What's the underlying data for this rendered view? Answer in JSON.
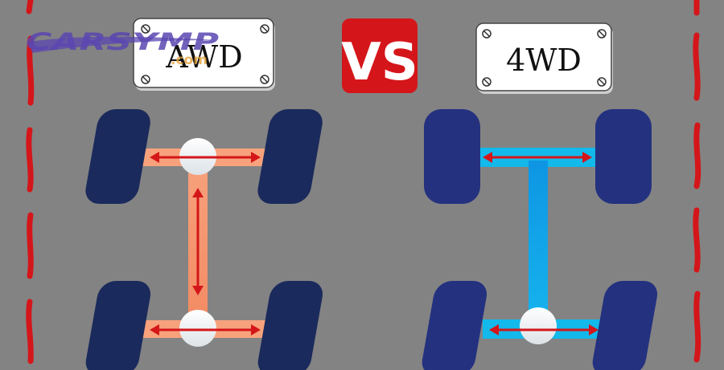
{
  "left_label": "AWD",
  "right_label": "4WD",
  "center_badge": "VS",
  "logo": {
    "main": "CARSYMP",
    "sub": ".com"
  },
  "colors": {
    "background": "#838383",
    "awd_shaft": "#f7a27c",
    "fourwd_shaft": "#13b9ea",
    "arrow": "#d4161a",
    "vs_badge": "#d4161a",
    "awd_wheel": "#1b2a5c",
    "fourwd_wheel": "#24317f",
    "logo": "#5b46b0"
  }
}
